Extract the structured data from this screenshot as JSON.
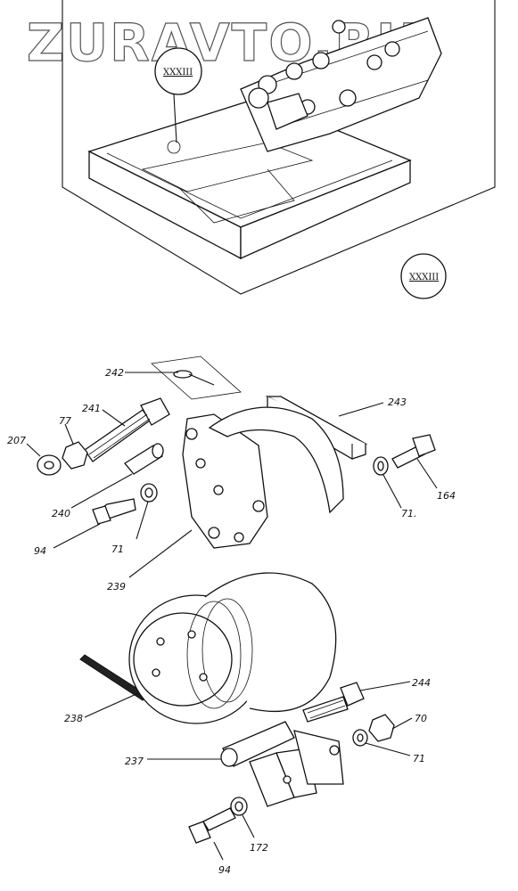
{
  "watermark": "ZURAVTO.RU",
  "callout_top": "XXXIII",
  "callout_bottom": "XXXIII",
  "labels": {
    "l242": "242",
    "l243": "243",
    "l241": "241",
    "l77": "77",
    "l207": "207",
    "l240": "240",
    "l94a": "94",
    "l71a": "71",
    "l239": "239",
    "l71b": "71.",
    "l164": "164",
    "l238": "238",
    "l244": "244",
    "l70": "70",
    "l71c": "71",
    "l237": "237",
    "l172": "172",
    "l94b": "94"
  }
}
